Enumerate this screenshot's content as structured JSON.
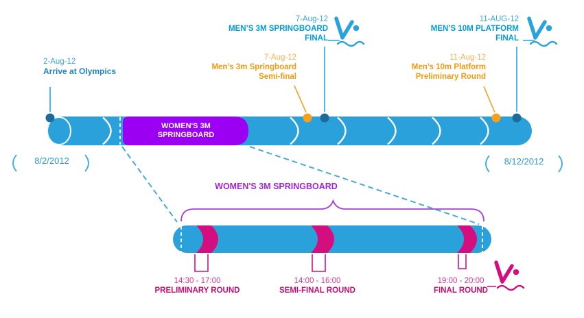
{
  "main_timeline": {
    "range_start": "8/2/2012",
    "range_end": "8/12/2012",
    "interval_segment": {
      "label": "WOMEN'S 3M SPRINGBOARD"
    },
    "milestones": [
      {
        "date": "2-Aug-12",
        "line1": "Arrive at Olympics",
        "line2": "",
        "style": "arrive"
      },
      {
        "date": "7-Aug-12",
        "line1": "Men’s 3m Springboard",
        "line2": "Semi-final",
        "style": "orange"
      },
      {
        "date": "7-Aug-12",
        "line1": "MEN’S 3M SPRINGBOARD",
        "line2": "FINAL",
        "style": "blue-final"
      },
      {
        "date": "11-Aug-12",
        "line1": "Men’s 10m Platform",
        "line2": "Preliminary Round",
        "style": "orange"
      },
      {
        "date": "11-AUG-12",
        "line1": "MEN’S 10M PLATFORM",
        "line2": "FINAL",
        "style": "blue-final"
      }
    ]
  },
  "detail_timeline": {
    "title": "WOMEN'S 3M SPRINGBOARD",
    "events": [
      {
        "time": "14:30 - 17:00",
        "label": "PRELIMINARY ROUND"
      },
      {
        "time": "14:00 - 16:00",
        "label": "SEMI-FINAL ROUND"
      },
      {
        "time": "19:00 - 20:00",
        "label": "FINAL ROUND"
      }
    ]
  },
  "icons": {
    "diver": "diver-icon (diving athlete above water wave)"
  },
  "colors": {
    "bar_blue": "#2aa1da",
    "milestone_dot_blue": "#1c6b9a",
    "milestone_orange": "#f7a01c",
    "heading_blue": "#00a0e0",
    "interval_purple": "#9b00f2",
    "detail_purple": "#a326d4",
    "event_magenta": "#d40e7e",
    "dashed_connector_cyan": "#45aadd"
  }
}
